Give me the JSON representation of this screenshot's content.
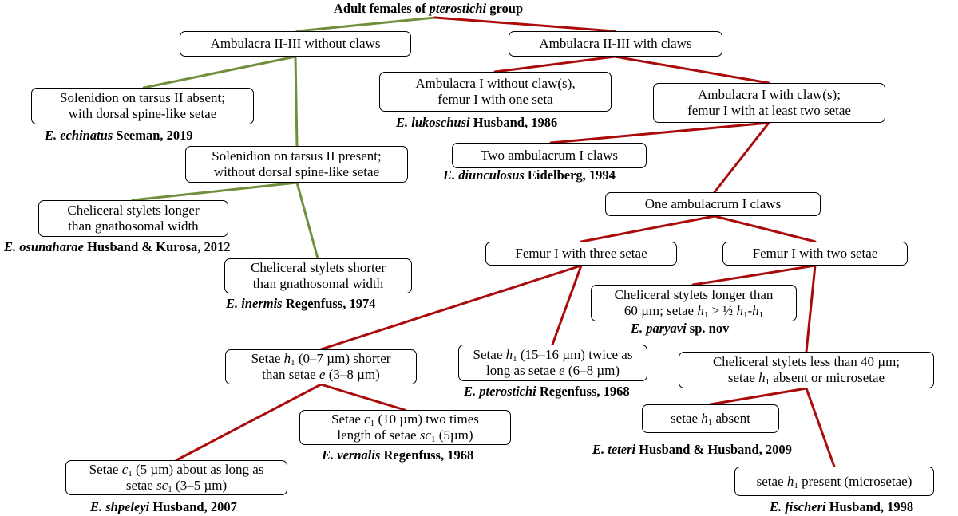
{
  "colors": {
    "green": "#6f8f3b",
    "red": "#aa0a0a"
  },
  "title": {
    "prefix": "Adult females of ",
    "genus": "pterostichi",
    "suffix": " group"
  },
  "boxes": {
    "a2_without": {
      "lines": [
        [
          {
            "t": "Ambulacra II-III without claws"
          }
        ]
      ]
    },
    "a2_with": {
      "lines": [
        [
          {
            "t": "Ambulacra II-III with claws"
          }
        ]
      ]
    },
    "soleni_absent": {
      "lines": [
        [
          {
            "t": "Solenidion on tarsus II absent;"
          }
        ],
        [
          {
            "t": "with dorsal spine-like setae"
          }
        ]
      ]
    },
    "soleni_present": {
      "lines": [
        [
          {
            "t": "Solenidion on tarsus II present;"
          }
        ],
        [
          {
            "t": "without dorsal spine-like setae"
          }
        ]
      ]
    },
    "a1_without": {
      "lines": [
        [
          {
            "t": "Ambulacra I without claw(s),"
          }
        ],
        [
          {
            "t": "femur I with one seta"
          }
        ]
      ]
    },
    "a1_with": {
      "lines": [
        [
          {
            "t": "Ambulacra I with claw(s);"
          }
        ],
        [
          {
            "t": "femur I with at least two setae"
          }
        ]
      ]
    },
    "two_claws": {
      "lines": [
        [
          {
            "t": "Two ambulacrum I claws"
          }
        ]
      ]
    },
    "one_claw": {
      "lines": [
        [
          {
            "t": "One ambulacrum I claws"
          }
        ]
      ]
    },
    "chel_longer_gn": {
      "lines": [
        [
          {
            "t": "Cheliceral stylets longer"
          }
        ],
        [
          {
            "t": "than gnathosomal width"
          }
        ]
      ]
    },
    "chel_shorter_gn": {
      "lines": [
        [
          {
            "t": "Cheliceral stylets shorter"
          }
        ],
        [
          {
            "t": "than gnathosomal width"
          }
        ]
      ]
    },
    "femur_three": {
      "lines": [
        [
          {
            "t": "Femur I with three setae"
          }
        ]
      ]
    },
    "femur_two": {
      "lines": [
        [
          {
            "t": "Femur I with two setae"
          }
        ]
      ]
    },
    "chel_longer_60": {
      "lines": [
        [
          {
            "t": "Cheliceral stylets longer than"
          }
        ],
        [
          {
            "t": "60 µm; setae "
          },
          {
            "t": "h",
            "i": true
          },
          {
            "t": "1",
            "sub": true
          },
          {
            "t": " > ½ "
          },
          {
            "t": "h",
            "i": true
          },
          {
            "t": "1",
            "sub": true
          },
          {
            "t": "-"
          },
          {
            "t": "h",
            "i": true
          },
          {
            "t": "1",
            "sub": true
          }
        ]
      ]
    },
    "h1_shorter": {
      "lines": [
        [
          {
            "t": "Setae "
          },
          {
            "t": "h",
            "i": true
          },
          {
            "t": "1",
            "sub": true
          },
          {
            "t": " (0–7 µm) shorter"
          }
        ],
        [
          {
            "t": "than setae "
          },
          {
            "t": "e",
            "i": true
          },
          {
            "t": " (3–8 µm)"
          }
        ]
      ]
    },
    "h1_twice": {
      "lines": [
        [
          {
            "t": "Setae "
          },
          {
            "t": "h",
            "i": true
          },
          {
            "t": "1",
            "sub": true
          },
          {
            "t": " (15–16 µm) twice as"
          }
        ],
        [
          {
            "t": "long as setae "
          },
          {
            "t": "e",
            "i": true
          },
          {
            "t": " (6–8 µm)"
          }
        ]
      ]
    },
    "chel_less_40": {
      "lines": [
        [
          {
            "t": "Cheliceral stylets less than 40 µm;"
          }
        ],
        [
          {
            "t": "setae "
          },
          {
            "t": "h",
            "i": true
          },
          {
            "t": "1",
            "sub": true
          },
          {
            "t": " absent or microsetae"
          }
        ]
      ]
    },
    "c1_two_times": {
      "lines": [
        [
          {
            "t": "Setae "
          },
          {
            "t": "c",
            "i": true
          },
          {
            "t": "1",
            "sub": true
          },
          {
            "t": " (10 µm) two times"
          }
        ],
        [
          {
            "t": "length of setae "
          },
          {
            "t": "sc",
            "i": true
          },
          {
            "t": "1",
            "sub": true
          },
          {
            "t": " (5µm)"
          }
        ]
      ]
    },
    "h1_absent": {
      "lines": [
        [
          {
            "t": "setae "
          },
          {
            "t": "h",
            "i": true
          },
          {
            "t": "1",
            "sub": true
          },
          {
            "t": " absent"
          }
        ]
      ]
    },
    "c1_as_long": {
      "lines": [
        [
          {
            "t": "Setae "
          },
          {
            "t": "c",
            "i": true
          },
          {
            "t": "1",
            "sub": true
          },
          {
            "t": " (5 µm) about as long as"
          }
        ],
        [
          {
            "t": "setae "
          },
          {
            "t": "sc",
            "i": true
          },
          {
            "t": "1",
            "sub": true
          },
          {
            "t": " (3–5 µm)"
          }
        ]
      ]
    },
    "h1_present": {
      "lines": [
        [
          {
            "t": "setae "
          },
          {
            "t": "h",
            "i": true
          },
          {
            "t": "1",
            "sub": true
          },
          {
            "t": " present (microsetae)"
          }
        ]
      ]
    }
  },
  "species": {
    "echinatus": {
      "name": "E. echinatus",
      "author": "Seeman, 2019"
    },
    "lukoschusi": {
      "name": "E. lukoschusi",
      "author": "Husband, 1986"
    },
    "diunculosus": {
      "name": "E. diunculosus",
      "author": "Eidelberg, 1994"
    },
    "osunaharae": {
      "name": "E. osunaharae",
      "author": "Husband & Kurosa, 2012"
    },
    "inermis": {
      "name": "E. inermis",
      "author": "Regenfuss, 1974"
    },
    "paryavi": {
      "name": "E. paryavi",
      "author": "sp. nov"
    },
    "pterostichi": {
      "name": "E. pterostichi",
      "author": "Regenfuss, 1968"
    },
    "vernalis": {
      "name": "E. vernalis",
      "author": "Regenfuss, 1968"
    },
    "teteri": {
      "name": "E. teteri",
      "author": "Husband & Husband, 2009"
    },
    "shpeleyi": {
      "name": "E. shpeleyi",
      "author": "Husband, 2007"
    },
    "fischeri": {
      "name": "E. fischeri",
      "author": "Husband, 1998"
    }
  }
}
